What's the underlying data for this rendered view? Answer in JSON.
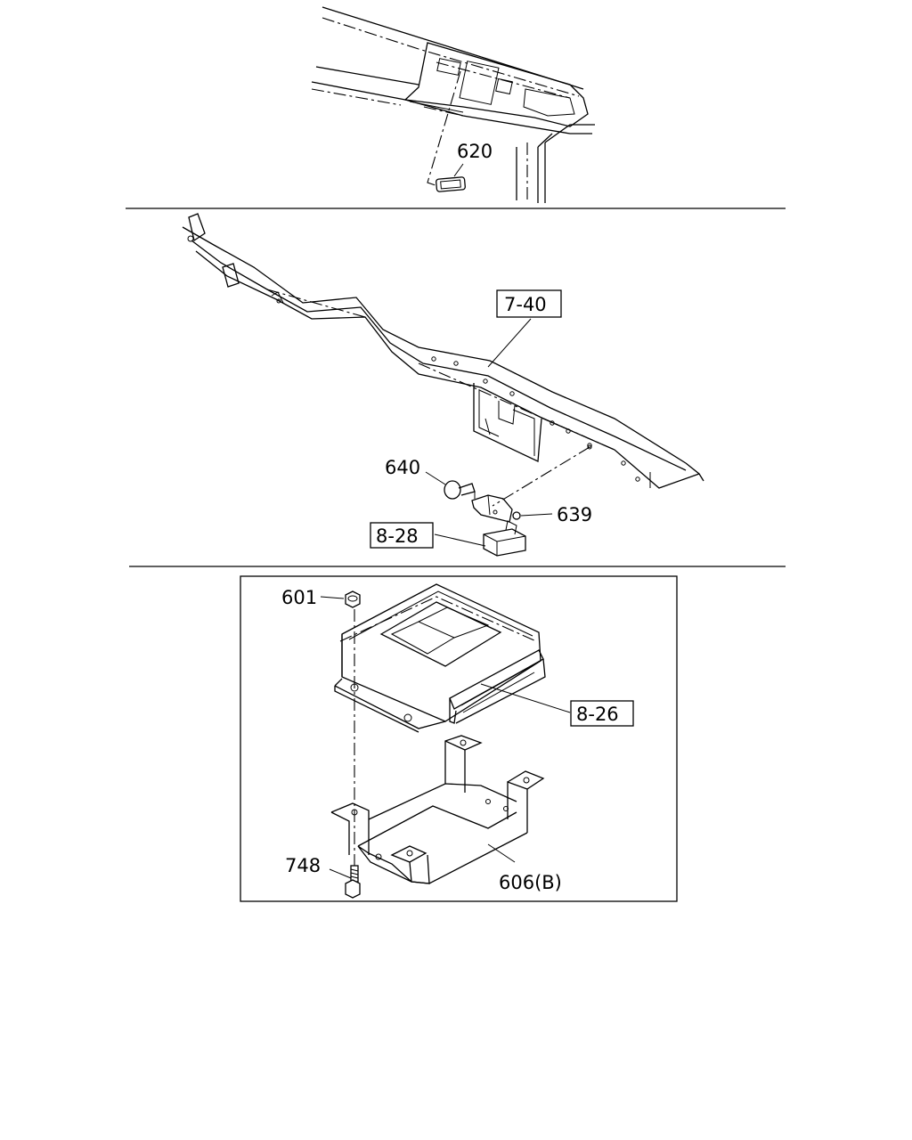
{
  "callouts": {
    "part_620": "620",
    "part_7_40": "7-40",
    "part_640": "640",
    "part_639": "639",
    "part_8_28": "8-28",
    "part_601": "601",
    "part_8_26": "8-26",
    "part_748": "748",
    "part_606b": "606(B)"
  }
}
